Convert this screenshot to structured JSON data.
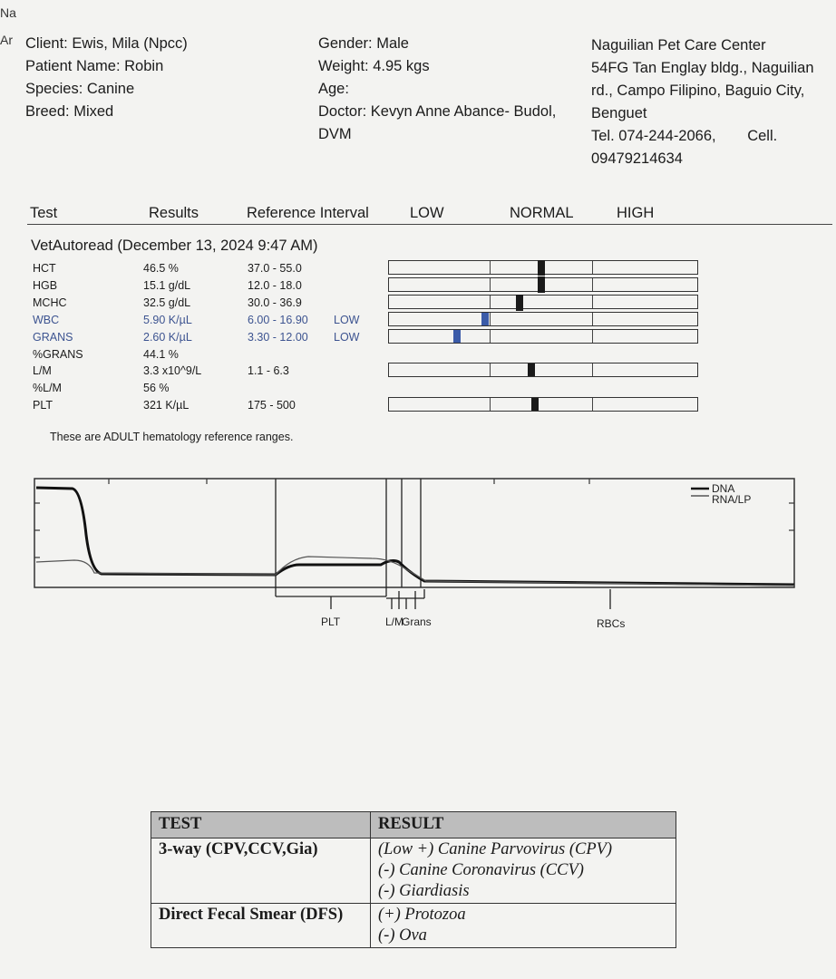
{
  "corner_text": [
    "Na",
    "Ar"
  ],
  "patient": {
    "client": "Client: Ewis, Mila (Npcc)",
    "patient_name": "Patient Name: Robin",
    "species": "Species: Canine",
    "breed": "Breed: Mixed"
  },
  "details": {
    "gender": "Gender: Male",
    "weight": "Weight: 4.95 kgs",
    "age": "Age:",
    "doctor_line1": "Doctor: Kevyn Anne Abance- Budol,",
    "doctor_line2": "DVM"
  },
  "clinic": {
    "name": "Naguilian Pet Care Center",
    "address1": "54FG Tan Englay bldg., Naguilian",
    "address2": "rd., Campo Filipino, Baguio City,",
    "address3": "Benguet",
    "tel": "Tel. 074-244-2066,",
    "cell_label": "Cell.",
    "cell": "09479214634"
  },
  "columns": {
    "test": "Test",
    "results": "Results",
    "reference": "Reference Interval",
    "low": "LOW",
    "normal": "NORMAL",
    "high": "HIGH"
  },
  "session": "VetAutoread (December 13, 2024 9:47 AM)",
  "rows": [
    {
      "test": "HCT",
      "result": "46.5 %",
      "ref": "37.0 - 55.0",
      "flag": "",
      "marker": 0.49
    },
    {
      "test": "HGB",
      "result": "15.1 g/dL",
      "ref": "12.0 - 18.0",
      "flag": "",
      "marker": 0.49
    },
    {
      "test": "MCHC",
      "result": "32.5 g/dL",
      "ref": "30.0 - 36.9",
      "flag": "",
      "marker": 0.42
    },
    {
      "test": "WBC",
      "result": "5.90 K/µL",
      "ref": "6.00 - 16.90",
      "flag": "LOW",
      "marker": 0.31
    },
    {
      "test": "GRANS",
      "result": "2.60 K/µL",
      "ref": "3.30 - 12.00",
      "flag": "LOW",
      "marker": 0.22
    },
    {
      "test": "%GRANS",
      "result": "44.1 %",
      "ref": "",
      "flag": ""
    },
    {
      "test": "L/M",
      "result": "3.3 x10^9/L",
      "ref": "1.1 - 6.3",
      "flag": "",
      "marker": 0.46
    },
    {
      "test": "%L/M",
      "result": "56 %",
      "ref": "",
      "flag": ""
    },
    {
      "test": "PLT",
      "result": "321 K/µL",
      "ref": "175 - 500",
      "flag": "",
      "marker": 0.47
    }
  ],
  "note": "These are ADULT hematology reference ranges.",
  "histogram": {
    "legend": [
      "DNA",
      "RNA/LP"
    ],
    "labels": [
      "PLT",
      "L/M",
      "Grans",
      "RBCs"
    ]
  },
  "colors": {
    "normal_marker": "#1a1a1a",
    "low_marker": "#3b5ba8",
    "table_header": "#bdbdbd"
  },
  "results_table": {
    "header_test": "TEST",
    "header_result": "RESULT",
    "rows": [
      {
        "test": "3-way (CPV,CCV,Gia)",
        "results": [
          "(Low +) Canine Parvovirus (CPV)",
          "(-) Canine Coronavirus (CCV)",
          "(-) Giardiasis"
        ]
      },
      {
        "test": "Direct Fecal Smear (DFS)",
        "results": [
          "(+) Protozoa",
          "(-) Ova"
        ]
      }
    ]
  }
}
